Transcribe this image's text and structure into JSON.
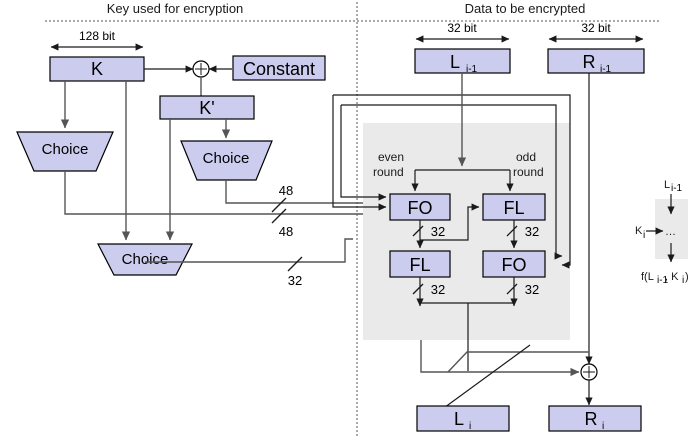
{
  "diagram": {
    "title_left": "Key used for encryption",
    "title_right": "Data to be encrypted"
  },
  "key_side": {
    "dim_128": "128 bit",
    "k_box": "K",
    "constant_box": "Constant",
    "kprime_box": "K'",
    "choice_left": "Choice",
    "choice_mid": "Choice",
    "choice_bottom": "Choice",
    "bus_48_a": "48",
    "bus_48_b": "48",
    "bus_32": "32",
    "xor_glyph": "⊕"
  },
  "data_side": {
    "dim_32_left": "32 bit",
    "dim_32_right": "32 bit",
    "l_prev": "L",
    "l_prev_sub": "i-1",
    "r_prev": "R",
    "r_prev_sub": "i-1",
    "even_round_1": "even",
    "even_round_2": "round",
    "odd_round_1": "odd",
    "odd_round_2": "round",
    "fo_top": "FO",
    "fl_top": "FL",
    "fl_bottom": "FL",
    "fo_bottom": "FO",
    "w32_fo_top": "32",
    "w32_fl_top": "32",
    "w32_fl_bottom": "32",
    "w32_fo_bottom": "32",
    "l_out": "L",
    "l_out_sub": "i",
    "r_out": "R",
    "r_out_sub": "i",
    "xor_glyph": "⊕"
  },
  "legend": {
    "input_label": "L",
    "input_sub": "i-1",
    "key_label": "K",
    "key_sub": "i",
    "ellipsis": "…",
    "output_prefix": "f(L",
    "output_sub1": "i-1",
    "output_mid": ", K",
    "output_sub2": "i",
    "output_suffix": ")"
  },
  "colors": {
    "box_fill": "#ccccee",
    "box_stroke": "#000000",
    "gray_region": "#eaeaea",
    "wire": "#555555"
  }
}
